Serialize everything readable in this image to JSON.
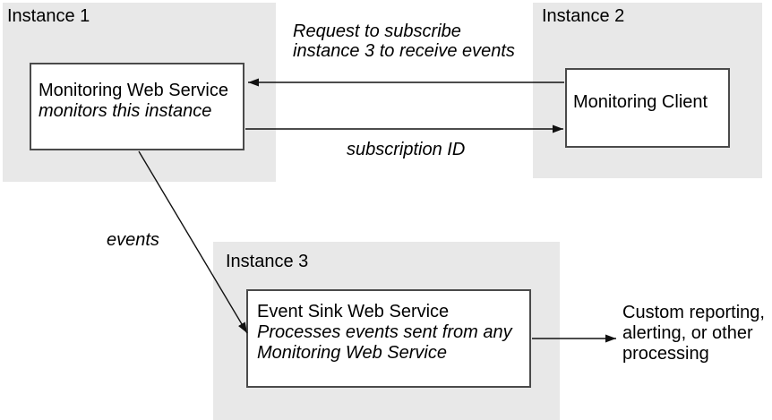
{
  "colors": {
    "panel_bg": "#e8e8e8",
    "node_bg": "#ffffff",
    "node_border": "#4a4a4a",
    "arrow": "#111111",
    "text": "#000000"
  },
  "panels": {
    "instance1": {
      "label": "Instance 1"
    },
    "instance2": {
      "label": "Instance 2"
    },
    "instance3": {
      "label": "Instance 3"
    }
  },
  "nodes": {
    "monitoring_web_service": {
      "title": "Monitoring Web Service",
      "subtitle": "monitors this instance"
    },
    "monitoring_client": {
      "title": "Monitoring Client"
    },
    "event_sink": {
      "title": "Event Sink Web Service",
      "subtitle": "Processes events sent from any Monitoring Web Service"
    }
  },
  "edge_labels": {
    "request": {
      "lines": [
        "Request to subscribe",
        "instance 3 to receive events"
      ]
    },
    "subscription_id": "subscription ID",
    "events": "events",
    "output": {
      "lines": [
        "Custom reporting,",
        "alerting, or other",
        "processing"
      ]
    }
  }
}
